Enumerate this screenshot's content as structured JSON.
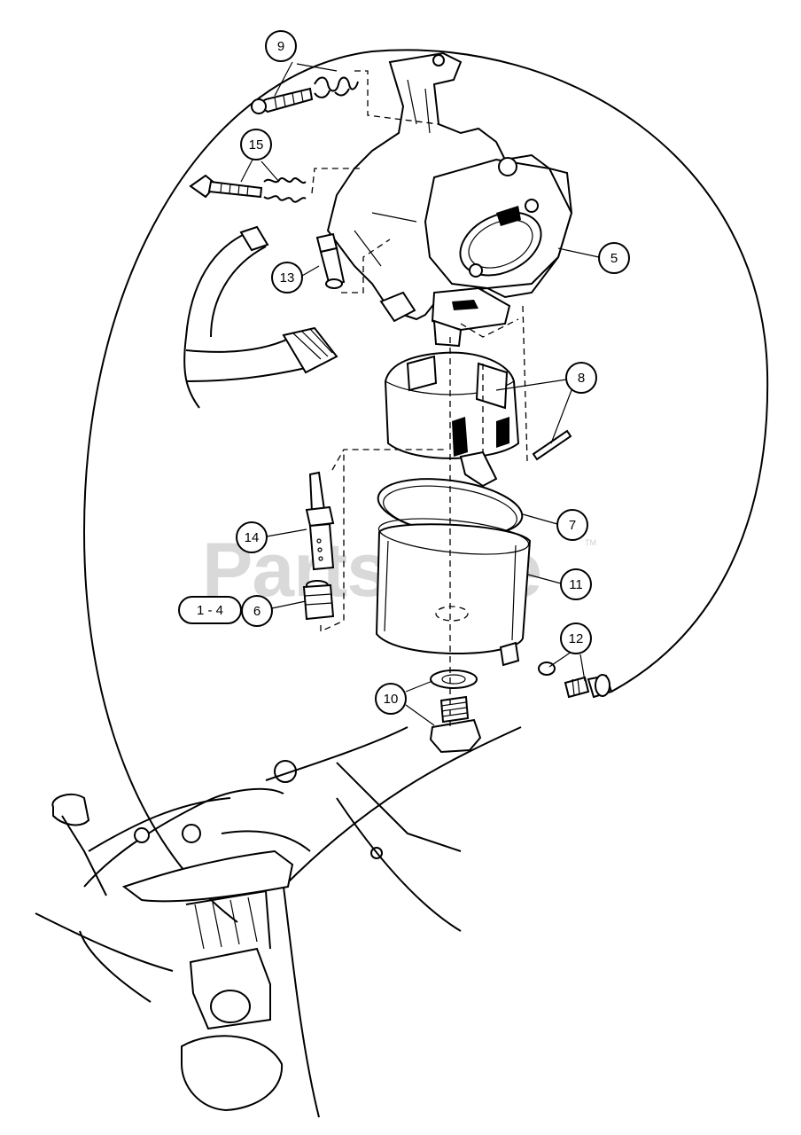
{
  "watermark": {
    "text": "PartsTree",
    "trademark": "TM"
  },
  "callouts": {
    "c9": "9",
    "c15": "15",
    "c13": "13",
    "c5": "5",
    "c8": "8",
    "c7": "7",
    "c11": "11",
    "c14": "14",
    "c6": "6",
    "c1_4": "1 - 4",
    "c12": "12",
    "c10": "10"
  },
  "colors": {
    "line": "#000000",
    "background": "#ffffff",
    "watermark": "#d9d9d9"
  }
}
